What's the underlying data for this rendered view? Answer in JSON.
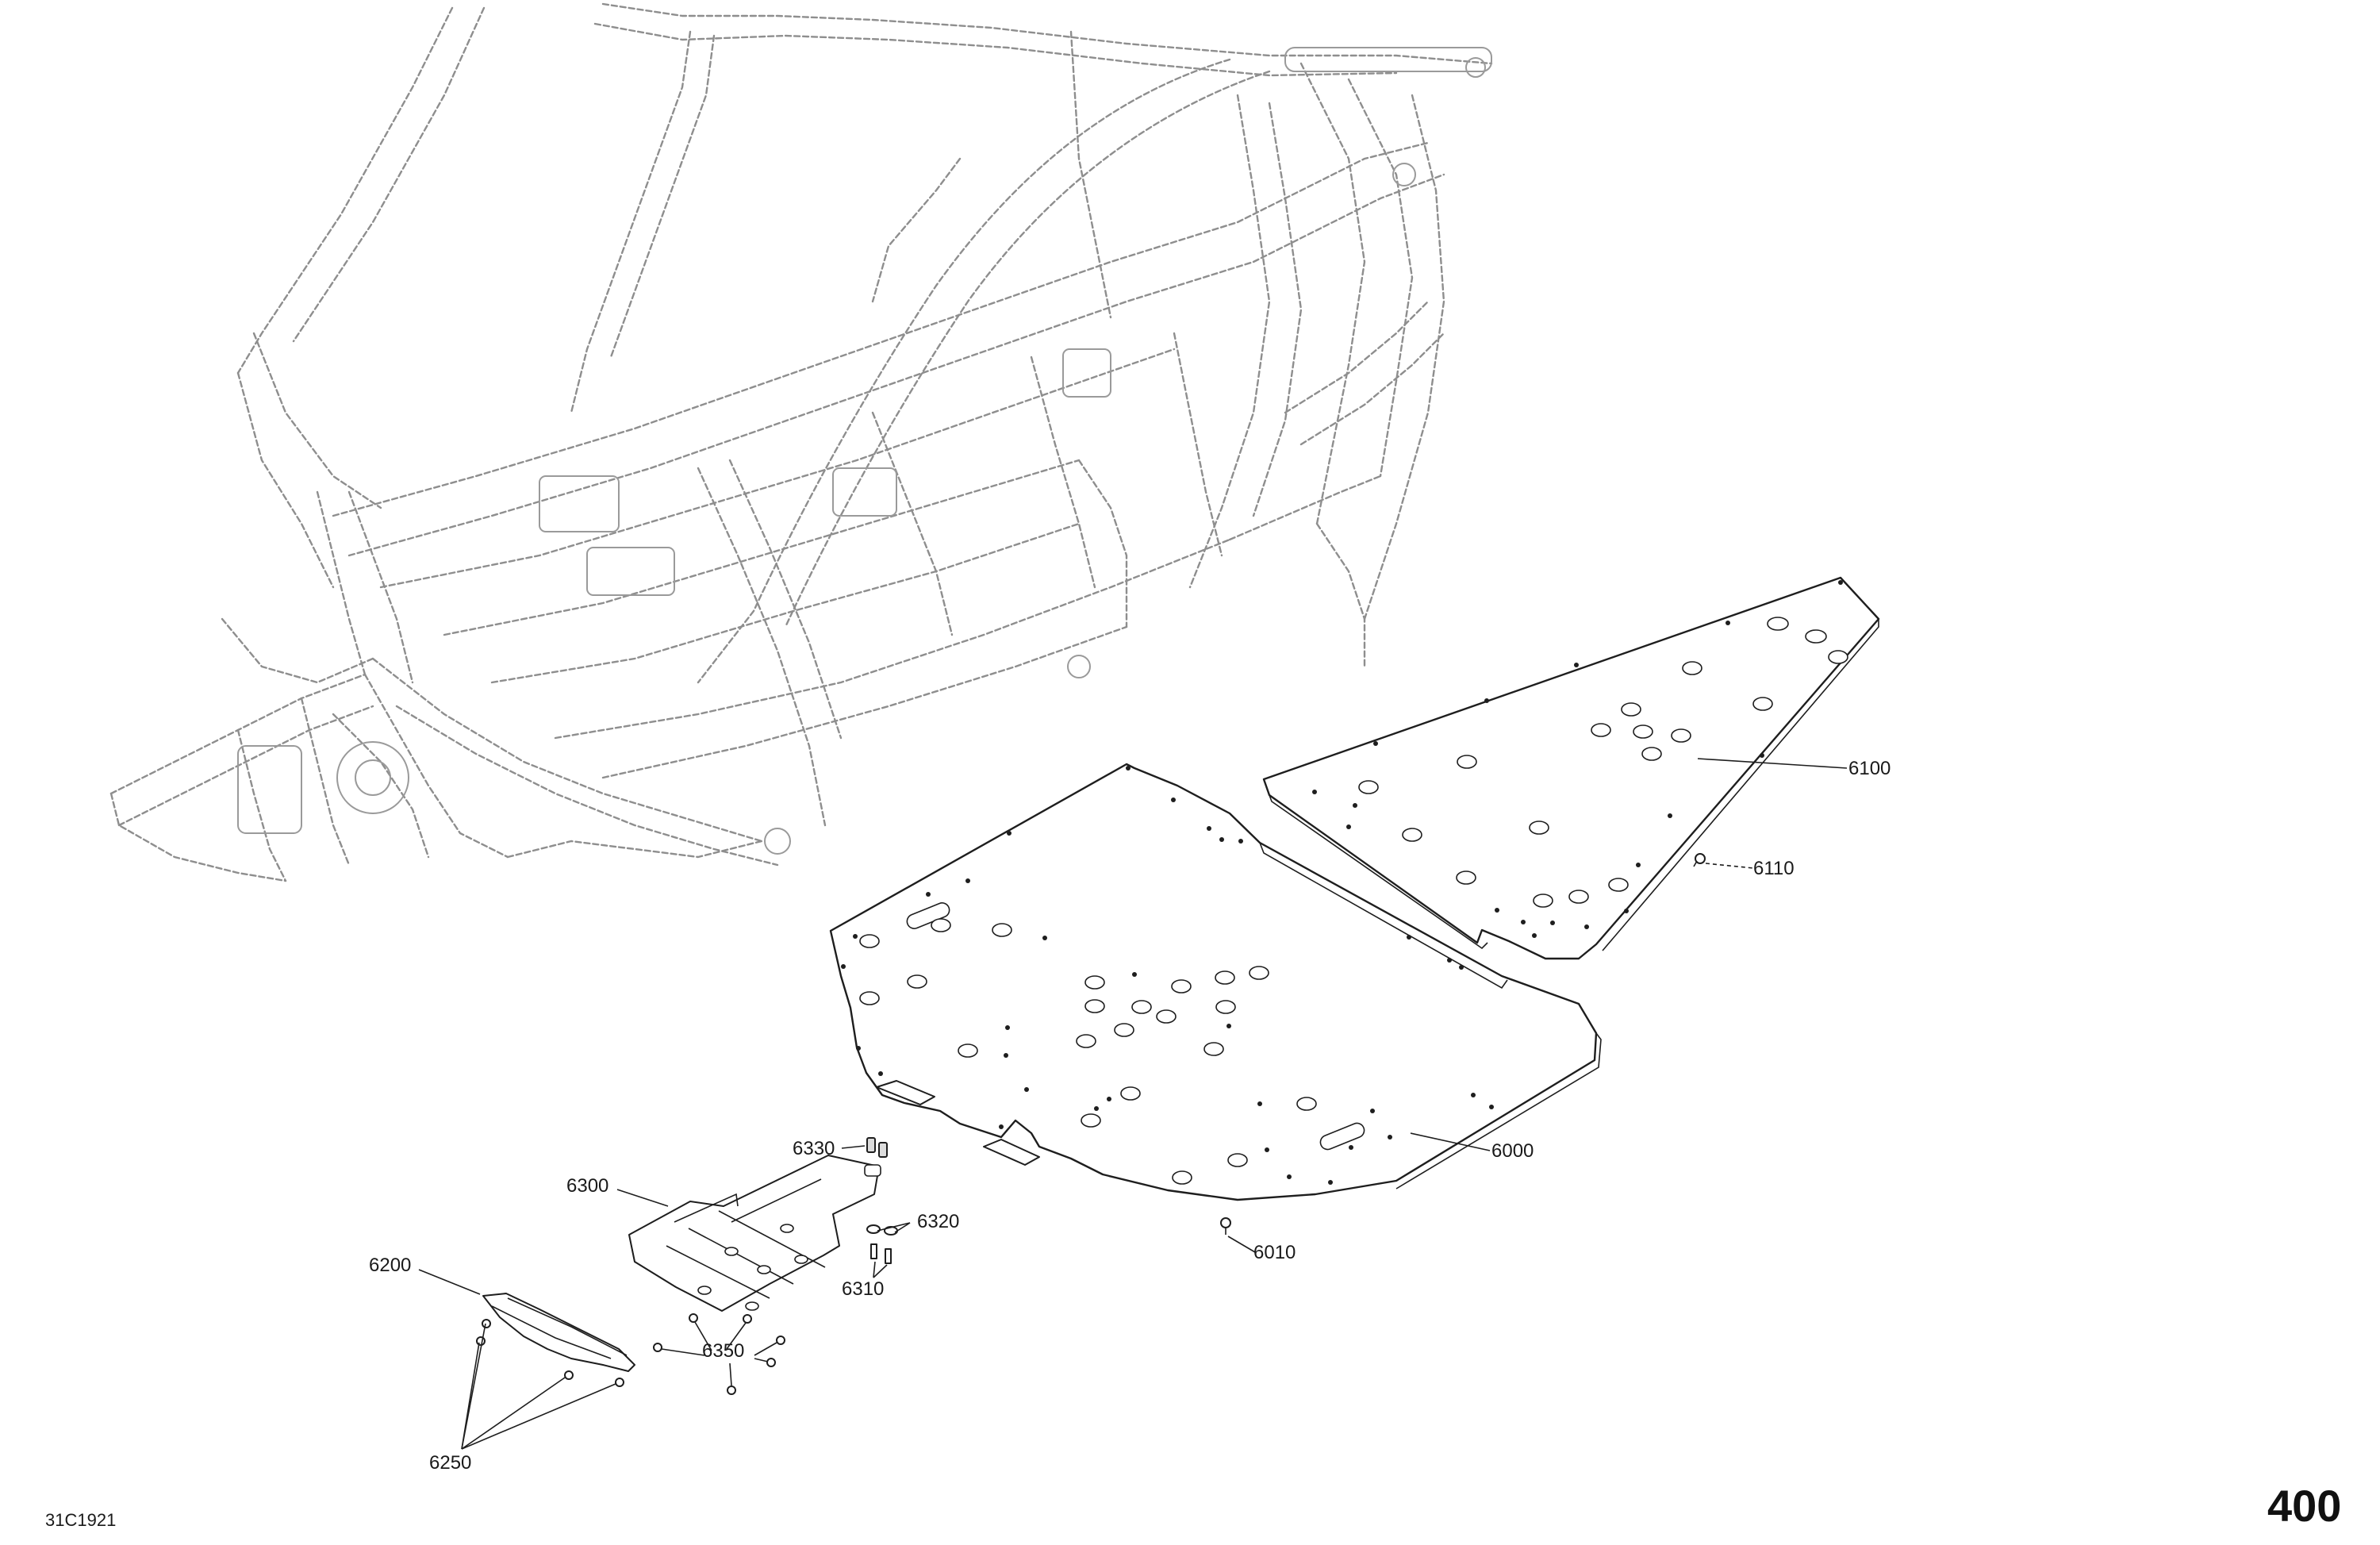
{
  "reference_code": "31C1921",
  "page_number": "400",
  "callouts": {
    "c6000": "6000",
    "c6010": "6010",
    "c6100": "6100",
    "c6110": "6110",
    "c6200": "6200",
    "c6250": "6250",
    "c6300": "6300",
    "c6310": "6310",
    "c6320": "6320",
    "c6330": "6330",
    "c6350": "6350"
  }
}
